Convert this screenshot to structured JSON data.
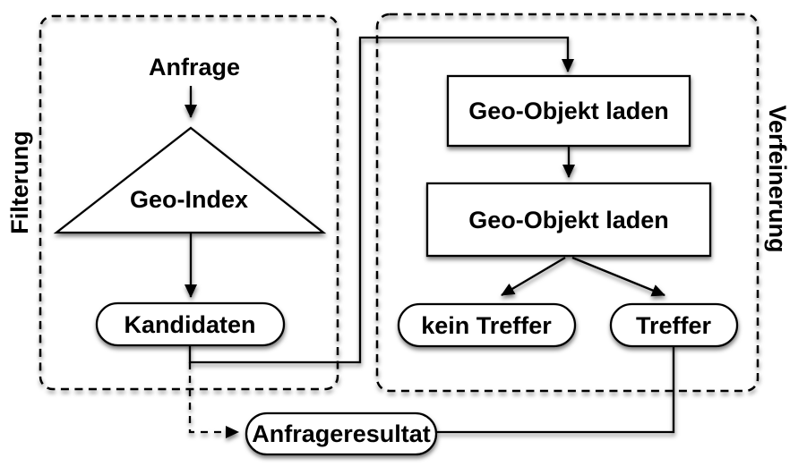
{
  "diagram": {
    "colors": {
      "line": "#000000",
      "shape_fill": "#ffffff",
      "background": "#ffffff"
    },
    "regions": {
      "filtering": {
        "label": "Filterung"
      },
      "refinement": {
        "label": "Verfeinerung"
      }
    },
    "nodes": {
      "anfrage": {
        "label": "Anfrage",
        "type": "text"
      },
      "geo_index": {
        "label": "Geo-Index",
        "type": "triangle"
      },
      "kandidaten": {
        "label": "Kandidaten",
        "type": "pill"
      },
      "load_geo_object_1": {
        "label": "Geo-Objekt laden",
        "type": "rect"
      },
      "load_geo_object_2": {
        "label": "Geo-Objekt laden",
        "type": "rect"
      },
      "kein_treffer": {
        "label": "kein Treffer",
        "type": "pill"
      },
      "treffer": {
        "label": "Treffer",
        "type": "pill"
      },
      "anfrageresultat": {
        "label": "Anfrageresultat",
        "type": "pill"
      }
    },
    "edges": [
      {
        "from": "anfrage",
        "to": "geo_index",
        "style": "solid-arrow"
      },
      {
        "from": "geo_index",
        "to": "kandidaten",
        "style": "solid-arrow"
      },
      {
        "from": "kandidaten",
        "to": "load_geo_object_1",
        "style": "solid-arrow"
      },
      {
        "from": "load_geo_object_1",
        "to": "load_geo_object_2",
        "style": "solid-arrow"
      },
      {
        "from": "load_geo_object_2",
        "to": "kein_treffer",
        "style": "solid-arrow"
      },
      {
        "from": "load_geo_object_2",
        "to": "treffer",
        "style": "solid-arrow"
      },
      {
        "from": "treffer",
        "to": "anfrageresultat",
        "style": "solid-line"
      },
      {
        "from": "kandidaten",
        "to": "anfrageresultat",
        "style": "dashed-arrow"
      }
    ]
  }
}
